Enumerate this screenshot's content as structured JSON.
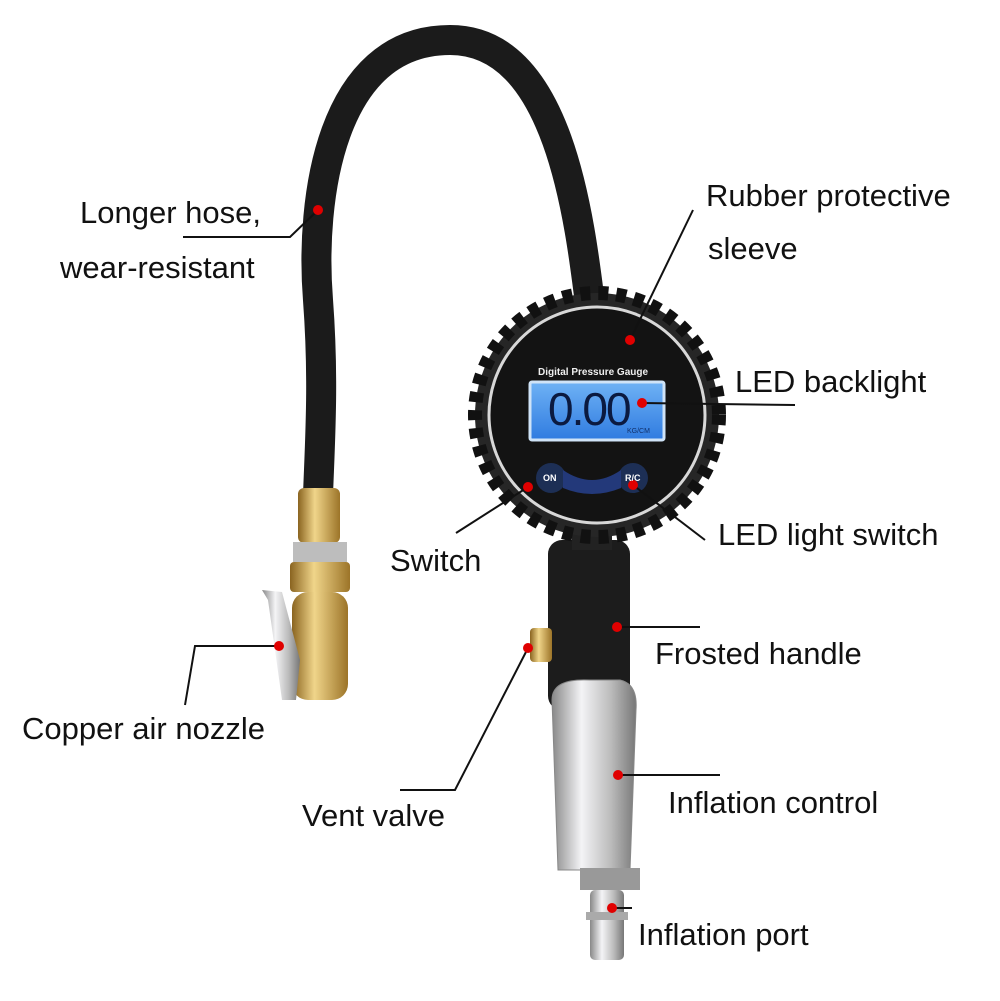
{
  "gauge": {
    "title": "Digital Pressure Gauge",
    "reading": "0.00",
    "unit": "KG/CM",
    "on_button": "ON",
    "unit_button": "R/C",
    "backlight_color": "#3d8dea"
  },
  "callouts": {
    "hose_line1": "Longer hose,",
    "hose_line2": "wear-resistant",
    "sleeve_line1": "Rubber protective",
    "sleeve_line2": "sleeve",
    "backlight": "LED backlight",
    "light_switch": "LED light switch",
    "switch": "Switch",
    "handle": "Frosted handle",
    "nozzle": "Copper air nozzle",
    "vent": "Vent valve",
    "control": "Inflation control",
    "port": "Inflation port"
  },
  "colors": {
    "marker": "#e00000",
    "hose": "#1a1a1a",
    "brass": "#c9a24a",
    "chrome": "#c8c8cc"
  }
}
